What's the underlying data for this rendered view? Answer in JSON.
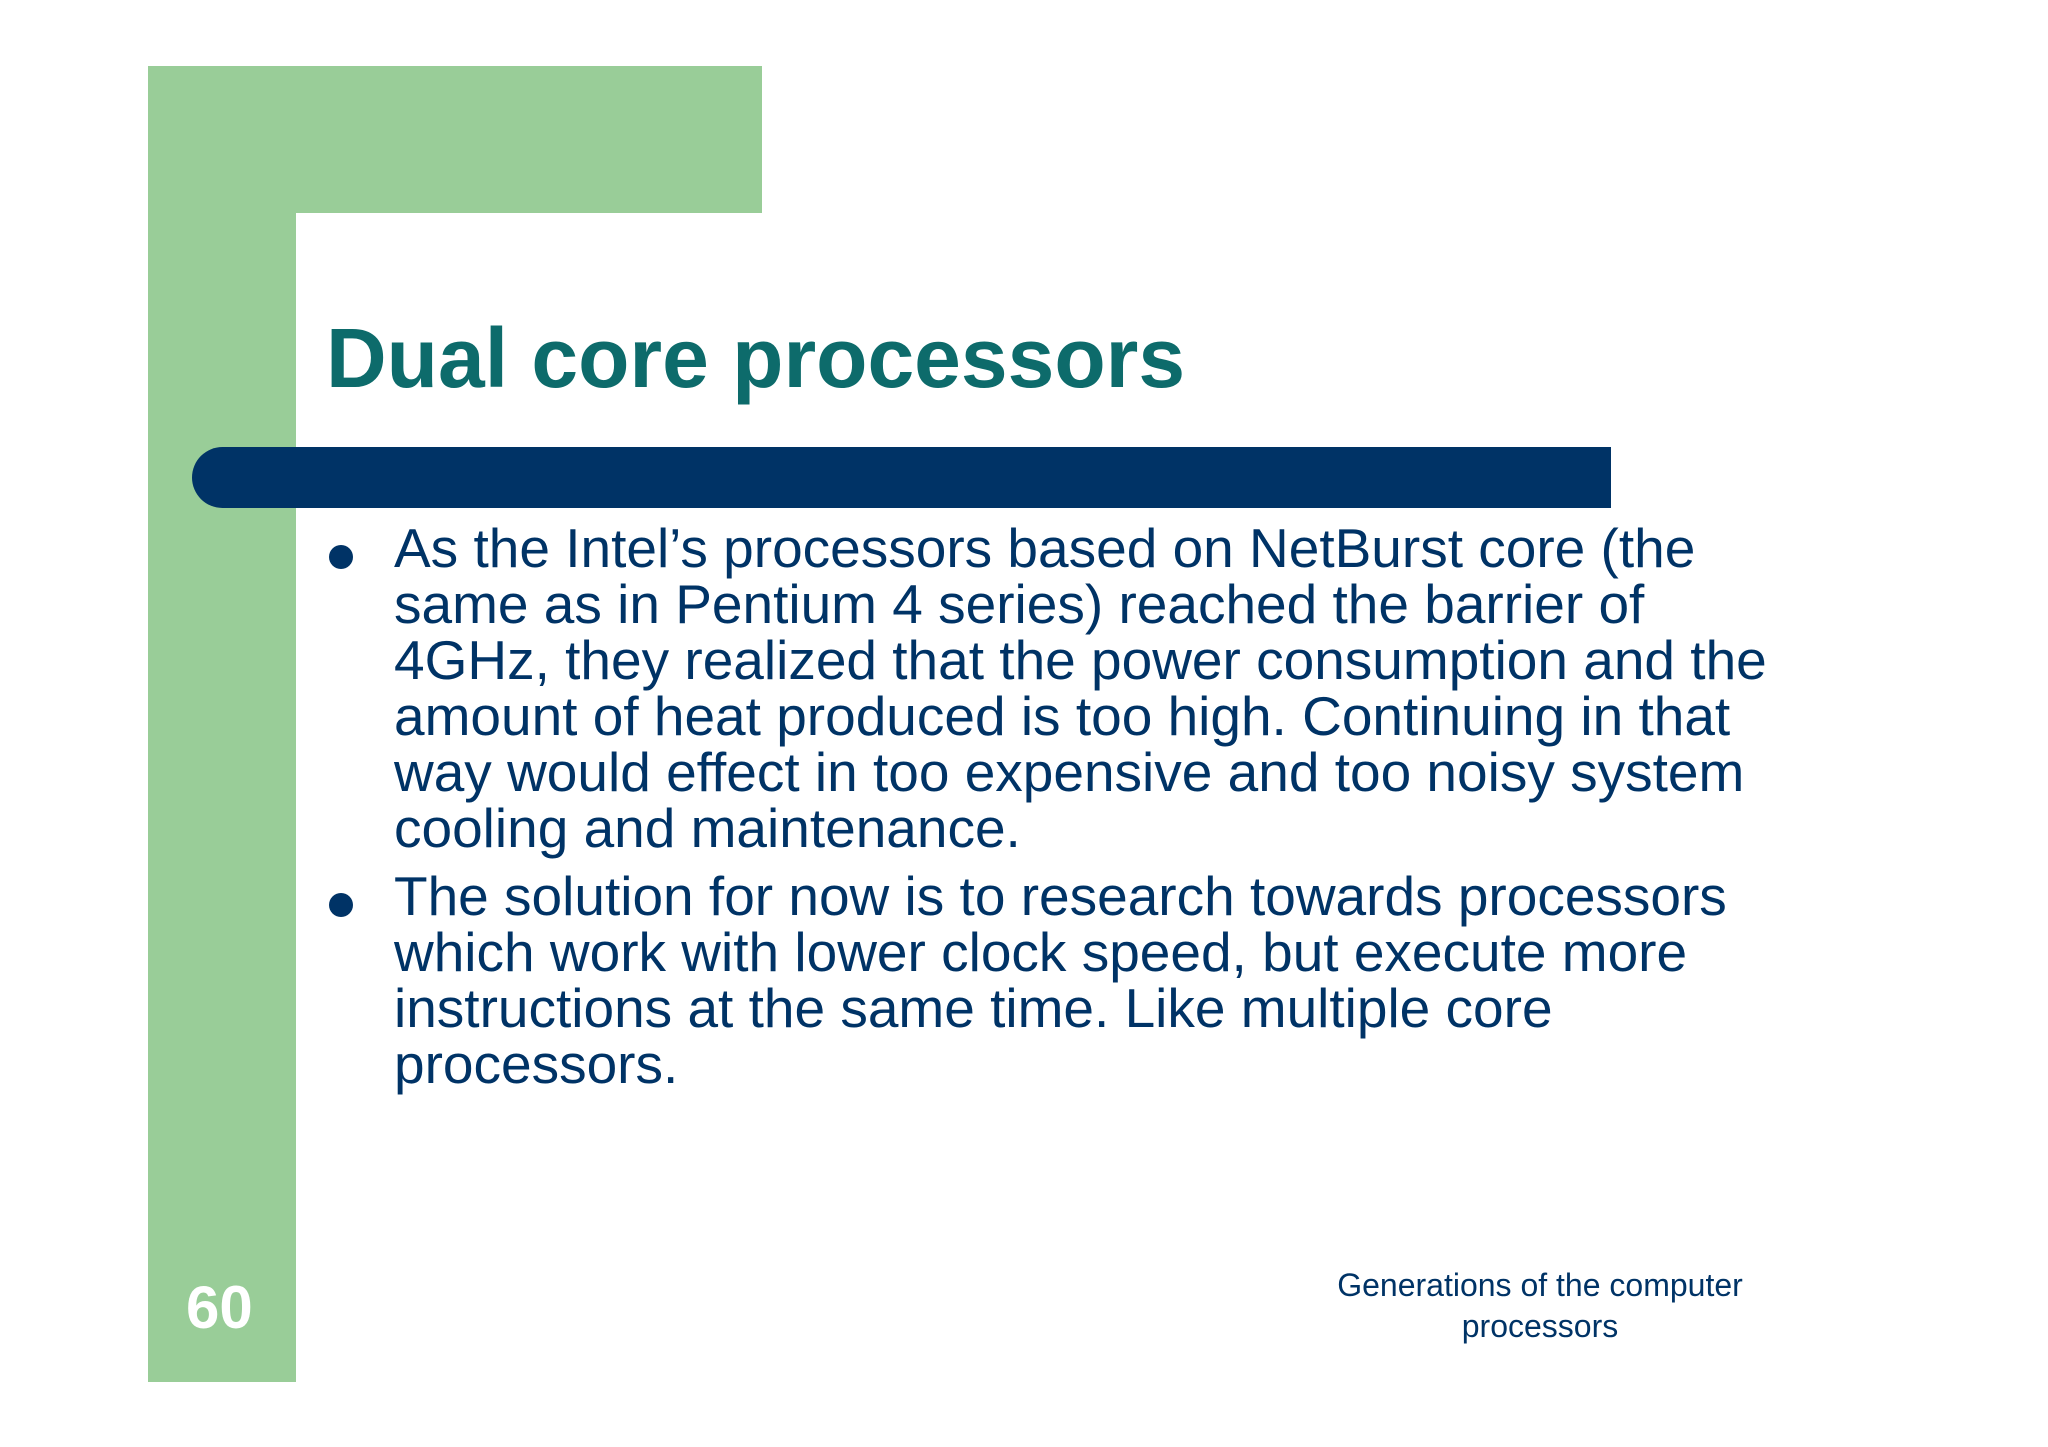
{
  "slide": {
    "title": "Dual core processors",
    "bullets": [
      "As the Intel’s processors based on NetBurst core (the same as in Pentium 4 series) reached the barrier of 4GHz, they realized that the power consumption and the amount of heat produced is too high. Continuing in that way would effect in too expensive and too noisy system cooling and maintenance.",
      "The solution for now is to research towards processors which work with lower clock speed, but execute more instructions at the same time. Like multiple core processors."
    ],
    "slide_number": "60",
    "footer": "Generations of the computer processors"
  },
  "colors": {
    "accent_green": "#99cd98",
    "title_teal": "#0d6b6b",
    "navy": "#003366",
    "background": "#ffffff"
  }
}
